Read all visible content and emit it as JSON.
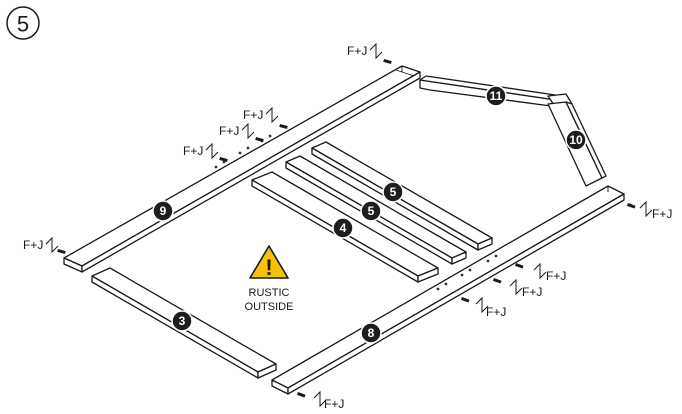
{
  "step": {
    "number": "5"
  },
  "warning": {
    "line1": "RUSTIC",
    "line2": "OUTSIDE",
    "color": "#f4c20d"
  },
  "badges": {
    "p3": "3",
    "p4": "4",
    "p5a": "5",
    "p5b": "5",
    "p8": "8",
    "p9": "9",
    "p10": "10",
    "p11": "11"
  },
  "fastener": {
    "label": "F+J"
  },
  "colors": {
    "line": "#1a1a1a",
    "badge": "#1e1e1e",
    "background": "#ffffff"
  }
}
